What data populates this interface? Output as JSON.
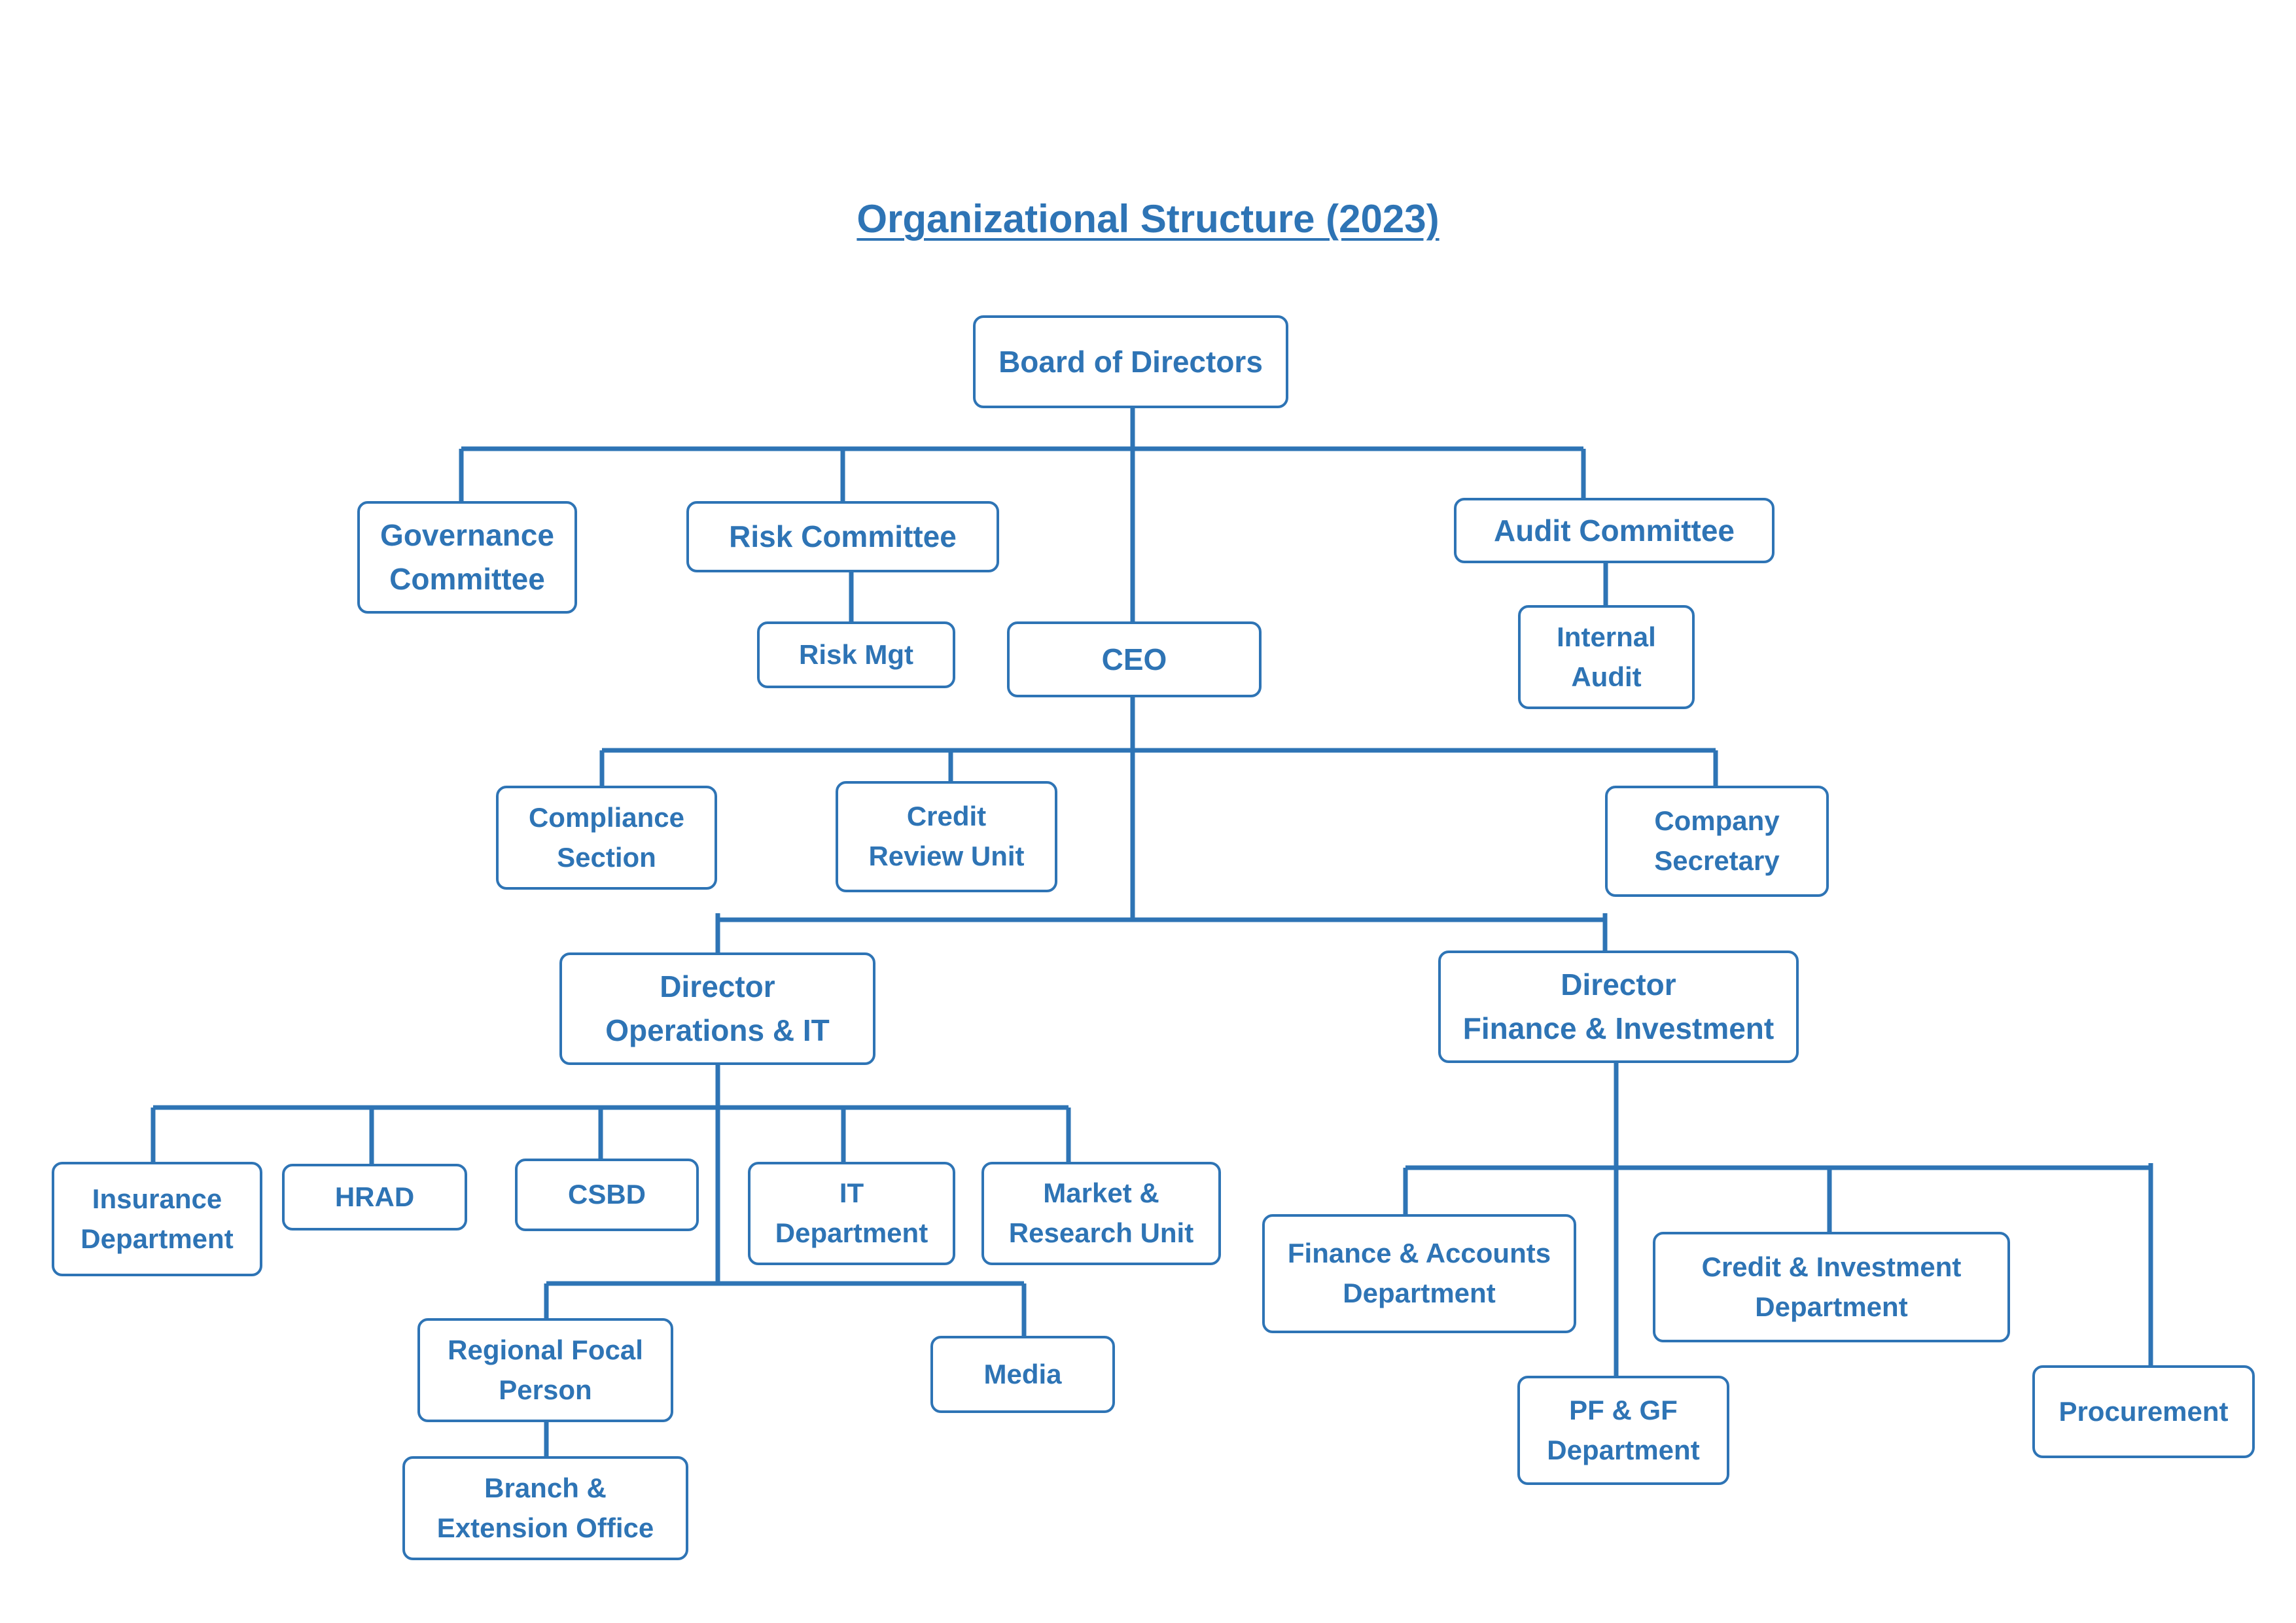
{
  "title": "Organizational Structure (2023)",
  "colors": {
    "accent": "#2e74b5",
    "background": "#ffffff"
  },
  "nodes": {
    "board": "Board of Directors",
    "governance": "Governance\nCommittee",
    "risk_committee": "Risk Committee",
    "risk_mgt": "Risk Mgt",
    "ceo": "CEO",
    "audit_committee": "Audit Committee",
    "internal_audit": "Internal\nAudit",
    "compliance": "Compliance\nSection",
    "credit_review": "Credit\nReview Unit",
    "company_secretary": "Company\nSecretary",
    "director_ops": "Director\nOperations & IT",
    "director_fin": "Director\nFinance & Investment",
    "insurance": "Insurance\nDepartment",
    "hrad": "HRAD",
    "csbd": "CSBD",
    "it_dept": "IT\nDepartment",
    "market_research": "Market &\nResearch Unit",
    "regional_focal": "Regional Focal\nPerson",
    "media": "Media",
    "branch_extension": "Branch &\nExtension Office",
    "finance_accounts": "Finance & Accounts\nDepartment",
    "credit_investment": "Credit & Investment\nDepartment",
    "pf_gf": "PF & GF\nDepartment",
    "procurement": "Procurement"
  }
}
